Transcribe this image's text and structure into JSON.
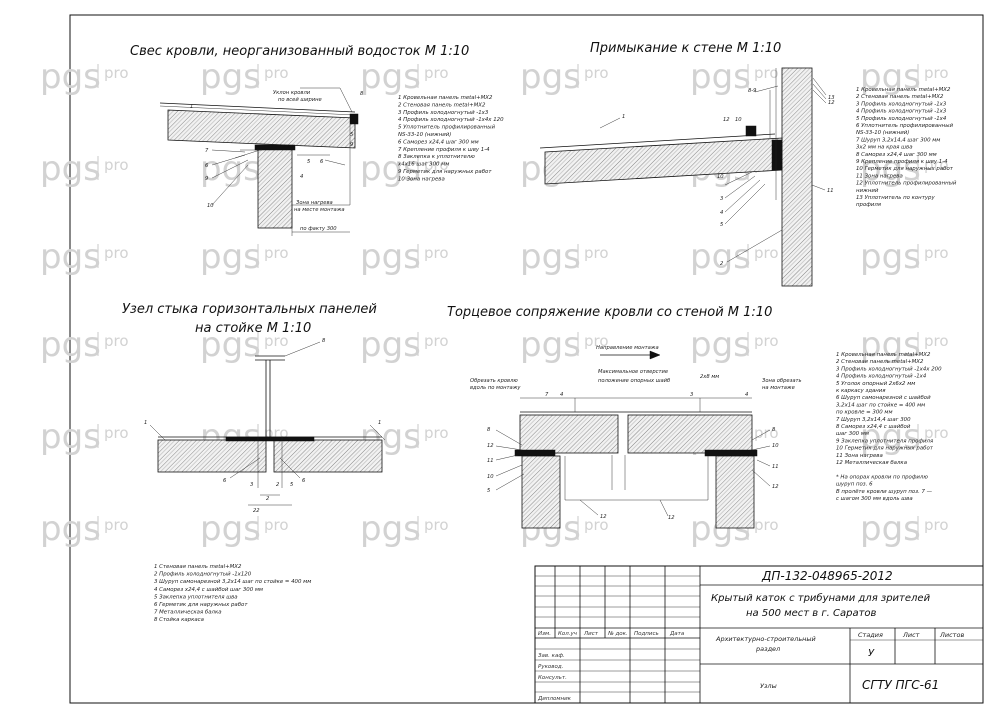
{
  "titles": {
    "eaves": "Свес кровли, неорганизованный водосток  М 1:10",
    "wall_abut": "Примыкание к стене  М 1:10",
    "joint_line1": "Узел стыка горизонтальных панелей",
    "joint_line2": "на стойке  М 1:10",
    "end_joint": "Торцевое сопряжение кровли со стеной  М 1:10"
  },
  "notes": {
    "eaves": [
      "1   Кровельная панель  metal+MX2",
      "2   Стеновая панель  metal+MX2",
      "3   Профиль  холодногнутый -1x3",
      "4   Профиль  холодногнутый -1x4x 120",
      "5   Уплотнитель  профилированный",
      "     NS-33-10 (нижний)",
      "6   Саморез  x24,4   шаг 300 мм",
      "7   Крепление профиля  к шву 1-4",
      "8   Заклепка  к уплотнителю",
      "     x4x16  шаг 300 мм",
      "9   Герметик для наружных работ",
      "10  Зона  нагрева"
    ],
    "wall": [
      "1   Кровельная панель  metal+MX2",
      "2   Стеновая панель  metal+MX2",
      "3   Профиль холодногнутый -1x3",
      "4   Профиль холодногнутый -1x3",
      "5   Профиль холодногнутый -1x4",
      "6   Уплотнитель  профилированный",
      "     NS-33-10 (нижний)",
      "7   Шуруп  3,2x14,4 шаг 300 мм",
      "     3x2 мм  на края шва",
      "8   Саморез  x24,4  шаг 300 мм",
      "9   Крепление профиля к шву 1-4",
      "10  Герметик для наружных работ",
      "11  Зона  нагрева",
      "12  Уплотнитель  профилированный",
      "     нижний",
      "13  Уплотнитель  по контуру",
      "     профиля"
    ],
    "joint": [
      "1   Стеновая панель  metal+MX2",
      "2   Профиль холодногнутый -1x120",
      "3   Шуруп  самонарезной  3,2x14   шаг по стойке = 400 мм",
      "4   Саморез  x24,4  с шайбой   шаг 300 мм",
      "5   Заклепка  уплотнителя  шва",
      "6   Герметик для наружных работ",
      "7   Металлическая  балка",
      "8   Стойка  каркаса"
    ],
    "end": [
      "1   Кровельная панель  metal+MX2",
      "2   Стеновая панель  metal+MX2",
      "3   Профиль холодногнутый -1x4x 200",
      "4   Профиль холодногнутый -1x4",
      "5   Уголок  опорный  2x6x2 мм",
      "     к каркасу здания",
      "6   Шуруп  самонарезной  с шайбой",
      "     3,2x14  шаг по стойке = 400 мм",
      "     по кровле  = 300 мм",
      "7   Шуруп  3,2x14,4 шаг 300",
      "8   Саморез  x24,4  с шайбой",
      "     шаг 300 мм",
      "9   Заклепка  уплотнителя  профиля",
      "10  Герметик для наружных работ",
      "11  Зона  нагрева",
      "12  Металлическая  балка",
      "",
      "*   На опорах кровли по профилю",
      "     шуруп поз. 6",
      "     В пролёте кровли шуруп поз. 7 —",
      "     с шагом 300 мм вдоль шва"
    ]
  },
  "callouts": {
    "eaves_top": "Уклон  кровли",
    "eaves_top2": "по всей ширине",
    "eaves_zone": "Зона  нагрева",
    "eaves_zone2": "на месте монтажа",
    "eaves_dim": "по факту  300",
    "end_dir": "Направление монтажа",
    "end_left": "Обрезать кровлю",
    "end_left2": "вдоль по монтажу",
    "end_right": "Зона  обрезать",
    "end_right2": "на монтаже",
    "end_mid1": "Максимальное отверстие",
    "end_mid2": "положение опорных шайб",
    "end_dim": "2x8 мм"
  },
  "watermark": {
    "brand": "pgs",
    "suffix": "pro"
  },
  "title_block": {
    "doc_code": "ДП-132-048965-2012",
    "project_line1": "Крытый каток с трибунами для зрителей",
    "project_line2": "на 500 мест в г. Саратов",
    "section_line1": "Архитектурно-строительный",
    "section_line2": "раздел",
    "sheet_name": "Узлы",
    "stage_header": "Стадия",
    "sheet_header": "Лист",
    "sheets_header": "Листов",
    "stage_value": "У",
    "org": "СГТУ ПГС-61",
    "col_headers": [
      "Изм.",
      "Кол.уч",
      "Лист",
      "№ док.",
      "Подпись",
      "Дата"
    ],
    "roles": [
      "Зав. каф.",
      "Руковод.",
      "Консульт.",
      "Дипломник"
    ]
  }
}
